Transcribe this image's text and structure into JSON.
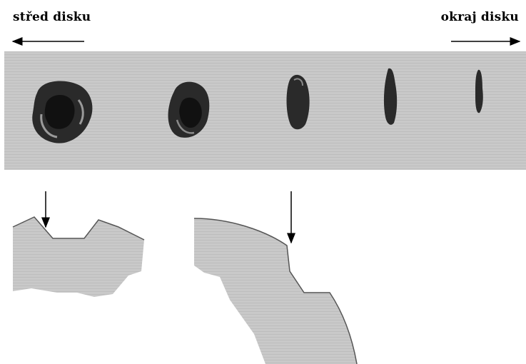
{
  "labels": {
    "disk_center": "střed disku",
    "disk_edge": "okraj disku"
  },
  "colors": {
    "surface_gray": "#c8c8c8",
    "stripe_gray": "#bcbcbc",
    "spot_dark": "#2a2a2a",
    "spot_halo": "#6a6a6a",
    "outline": "#555555"
  },
  "arrows": {
    "left_arrow_direction": "left",
    "right_arrow_direction": "right"
  }
}
